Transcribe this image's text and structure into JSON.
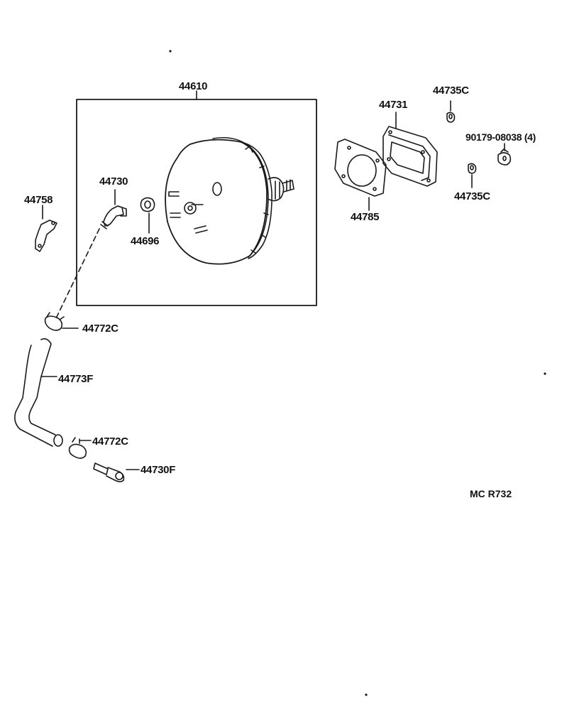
{
  "diagram": {
    "ref_code": "MC R732",
    "labels": {
      "p44610": "44610",
      "p44730": "44730",
      "p44696": "44696",
      "p44758": "44758",
      "p44772c_top": "44772C",
      "p44773f": "44773F",
      "p44772c_bottom": "44772C",
      "p44730f": "44730F",
      "p44731": "44731",
      "p44785": "44785",
      "p44735c_top": "44735C",
      "p44735c_bottom": "44735C",
      "p90179": "90179-08038 (4)"
    },
    "colors": {
      "line": "#1a1a1a",
      "background": "#ffffff"
    }
  }
}
